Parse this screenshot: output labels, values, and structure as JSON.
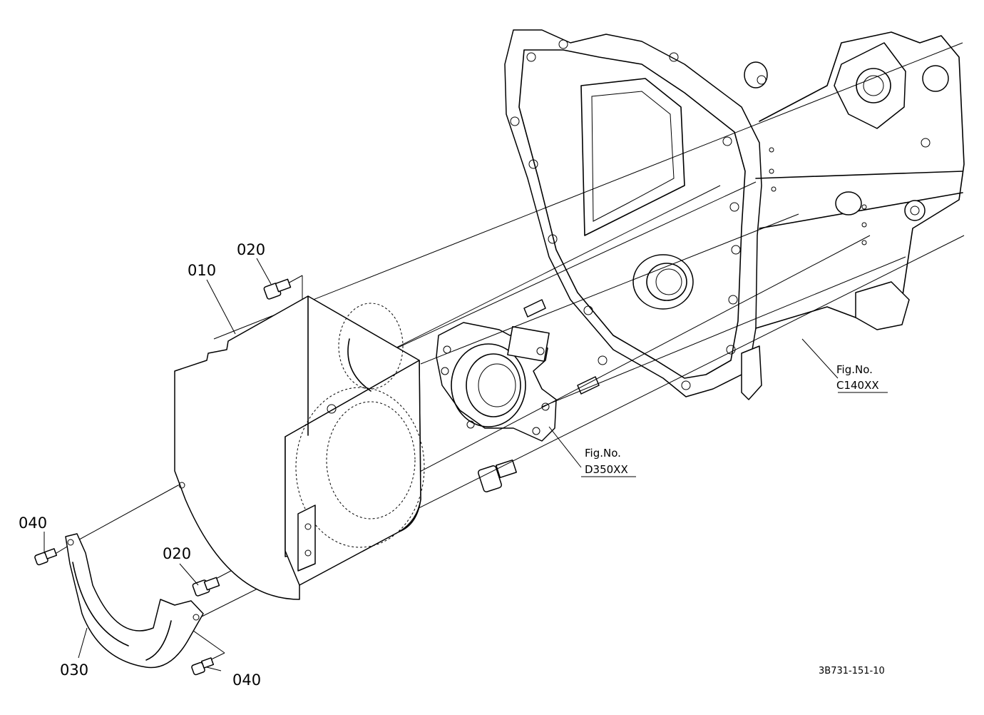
{
  "drawing": {
    "part_labels": {
      "p010": "010",
      "p020_top": "020",
      "p020_mid": "020",
      "p030": "030",
      "p040_left": "040",
      "p040_bottom": "040"
    },
    "references": {
      "c140": {
        "line1": "Fig.No.",
        "line2": "C140XX"
      },
      "d350": {
        "line1": "Fig.No.",
        "line2": "D350XX"
      }
    },
    "drawing_code": "3B731-151-10"
  }
}
